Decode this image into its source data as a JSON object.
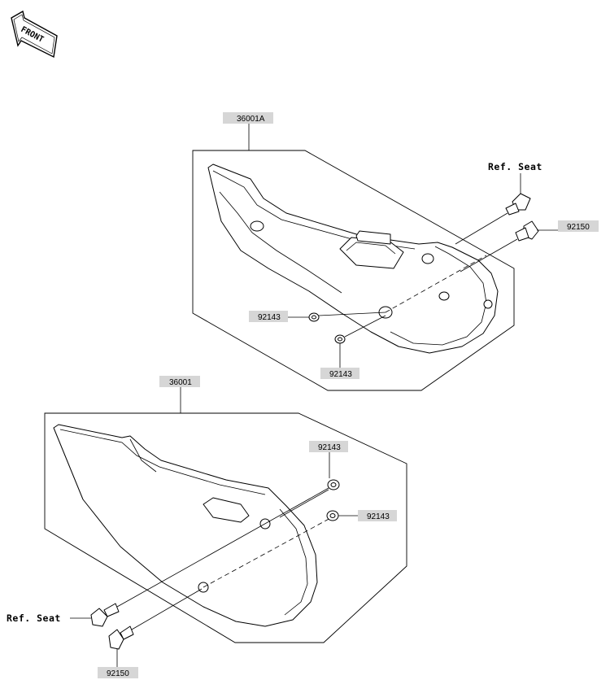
{
  "orientation": {
    "label": "FRONT"
  },
  "callouts": {
    "upper_assembly": "36001A",
    "lower_assembly": "36001",
    "upper_ref_seat": "Ref. Seat",
    "upper_bolt": "92150",
    "upper_washer_left": "92143",
    "upper_washer_bottom": "92143",
    "lower_washer_top": "92143",
    "lower_washer_right": "92143",
    "lower_ref_seat": "Ref. Seat",
    "lower_bolt": "92150"
  }
}
